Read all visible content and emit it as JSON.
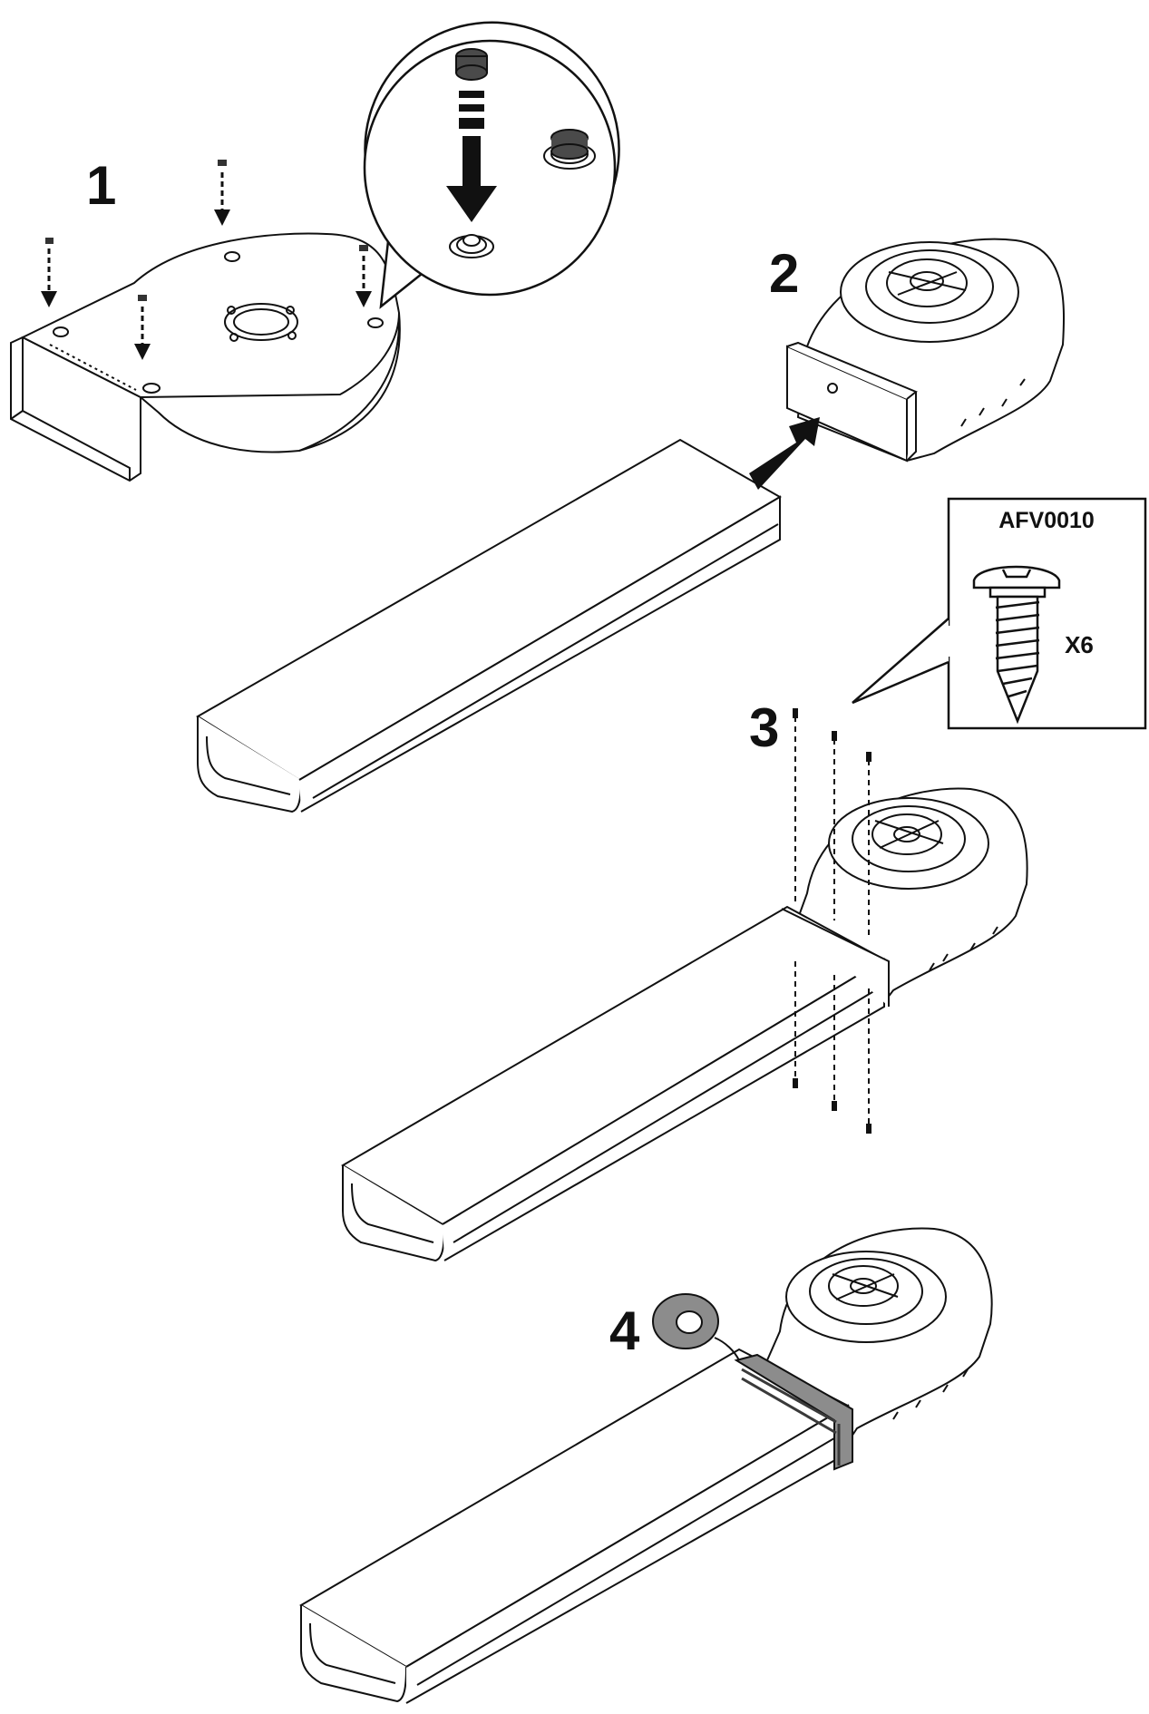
{
  "steps": {
    "step1": "1",
    "step2": "2",
    "step3": "3",
    "step4": "4"
  },
  "screw_callout": {
    "part_code": "AFV0010",
    "quantity": "X6"
  },
  "colors": {
    "line": "#111111",
    "tape": "#8c8c8c",
    "tape_dark": "#3a3a3a",
    "grommet": "#4a4a4a"
  }
}
